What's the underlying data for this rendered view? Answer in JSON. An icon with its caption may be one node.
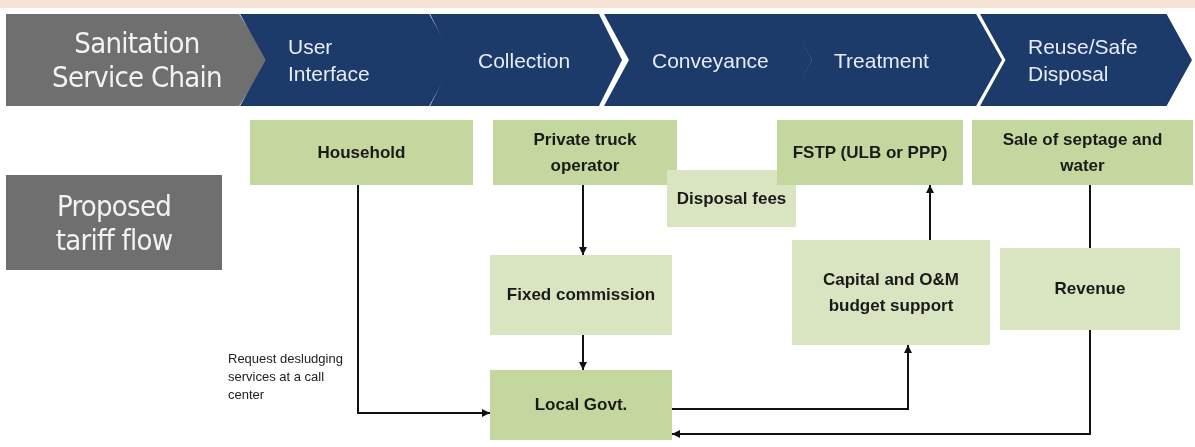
{
  "diagram": {
    "nodes": [
      {
        "text": [
          "Sanitation Service Chain"
        ]
      },
      {
        "text": [
          "User Interface"
        ]
      },
      {
        "text": [
          "Collection"
        ]
      },
      {
        "text": [
          "Conveyance"
        ]
      },
      {
        "text": [
          "Treatment"
        ]
      },
      {
        "text": [
          "Reuse/Safe Disposal"
        ]
      },
      {
        "text": [
          "Proposed tariff flow"
        ]
      },
      {
        "text": [
          "Household"
        ]
      },
      {
        "text": [
          "Private truck operator"
        ]
      },
      {
        "text": [
          "Disposal fees"
        ]
      },
      {
        "text": [
          "FSTP (ULB or PPP)"
        ]
      },
      {
        "text": [
          "Sale of septage and water"
        ]
      },
      {
        "text": [
          "Fixed commission"
        ]
      },
      {
        "text": [
          "Capital and O&M budget support"
        ]
      },
      {
        "text": [
          "Revenue"
        ]
      },
      {
        "text": [
          "Local Govt."
        ]
      }
    ],
    "edges": [
      {
        "from": 7,
        "to": 15,
        "arrow": "to",
        "label": "Request desludging services at a call center"
      },
      {
        "from": 8,
        "to": 12,
        "arrow": "to"
      },
      {
        "from": 12,
        "to": 15,
        "arrow": "to"
      },
      {
        "from": 15,
        "to": 13,
        "arrow": "to"
      },
      {
        "from": 13,
        "to": 10,
        "arrow": "to"
      },
      {
        "from": 11,
        "to": 14,
        "arrow": "none"
      },
      {
        "from": 14,
        "to": 15,
        "arrow": "to"
      }
    ]
  }
}
